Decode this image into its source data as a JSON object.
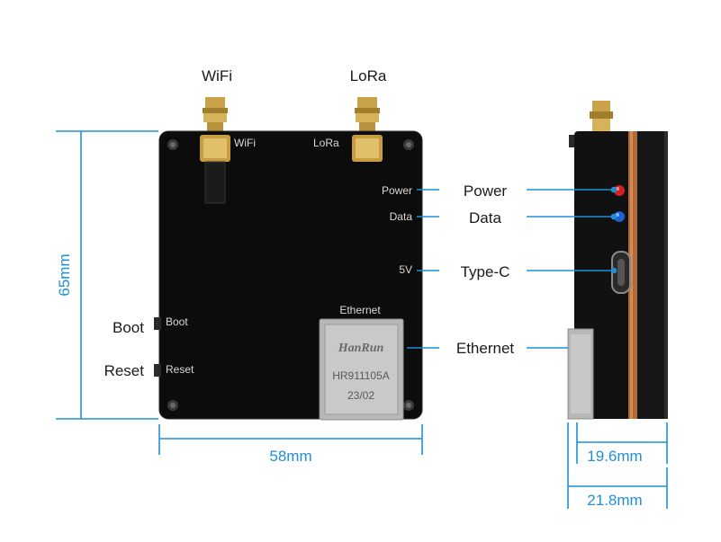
{
  "labels": {
    "wifi": "WiFi",
    "lora": "LoRa",
    "power": "Power",
    "data": "Data",
    "type_c": "Type-C",
    "ethernet": "Ethernet",
    "boot": "Boot",
    "reset": "Reset"
  },
  "silkscreen": {
    "wifi": "WiFi",
    "lora": "LoRa",
    "power": "Power",
    "data": "Data",
    "five_v": "5V",
    "ethernet": "Ethernet",
    "boot": "Boot",
    "reset": "Reset"
  },
  "rj45": {
    "brand": "HanRun",
    "model": "HR911105A",
    "date": "23/02"
  },
  "dimensions": {
    "height": "65mm",
    "width": "58mm",
    "depth_body": "19.6mm",
    "depth_total": "21.8mm"
  },
  "colors": {
    "dimension_line": "#1e8fd6",
    "callout_line": "#1e8fd6",
    "board": "#0c0c0c",
    "power_led": "#d42020",
    "data_led": "#1f5fd0"
  }
}
